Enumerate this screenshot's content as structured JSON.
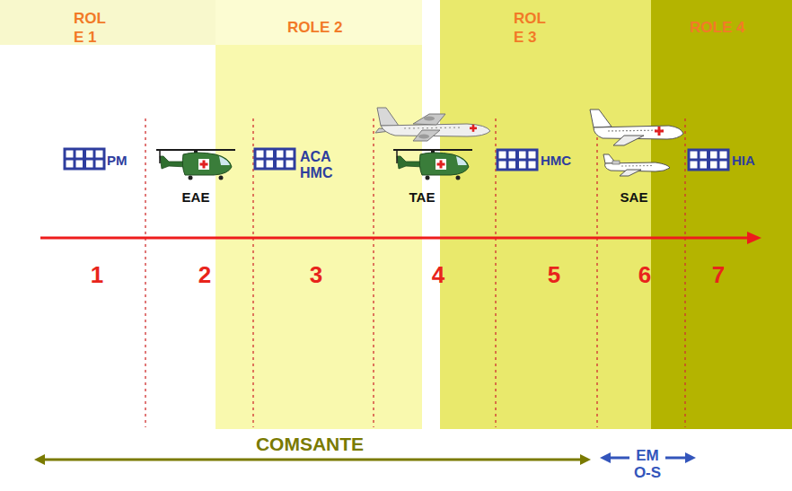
{
  "diagram": {
    "nodes": [
      {
        "text": [
          "ROL E 1"
        ]
      },
      {
        "text": [
          "ROLE 2"
        ]
      },
      {
        "text": [
          "ROL E 3"
        ]
      },
      {
        "text": [
          "ROLE 4"
        ]
      }
    ],
    "labels": [
      "PM",
      "EAE",
      "ACA HMC",
      "TAE",
      "HMC",
      "SAE",
      "HIA",
      "1",
      "2",
      "3",
      "4",
      "5",
      "6",
      "7",
      "COMSANTE",
      "EM O-S"
    ]
  }
}
